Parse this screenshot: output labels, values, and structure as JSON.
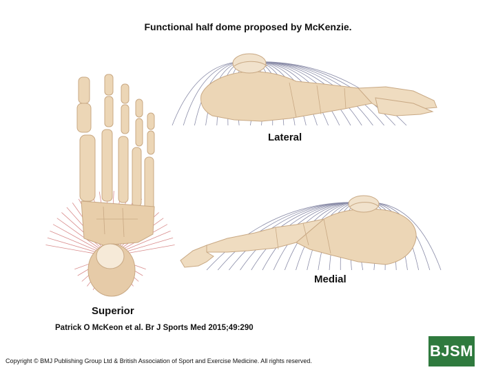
{
  "title": "Functional half dome proposed by McKenzie.",
  "figure": {
    "views": {
      "lateral": "Lateral",
      "medial": "Medial",
      "superior": "Superior"
    }
  },
  "citation": "Patrick O McKeon et al. Br J Sports Med 2015;49:290",
  "copyright": "Copyright © BMJ Publishing Group Ltd & British Association of Sport and Exercise Medicine. All rights reserved.",
  "logo": "BJSM",
  "colors": {
    "bone": "#ecd6b6",
    "bone_outline": "#c8a883",
    "dome_lines_lateral": "#8a8ca8",
    "dome_lines_superior": "#d88a8a",
    "logo_bg": "#2f7a3e"
  }
}
